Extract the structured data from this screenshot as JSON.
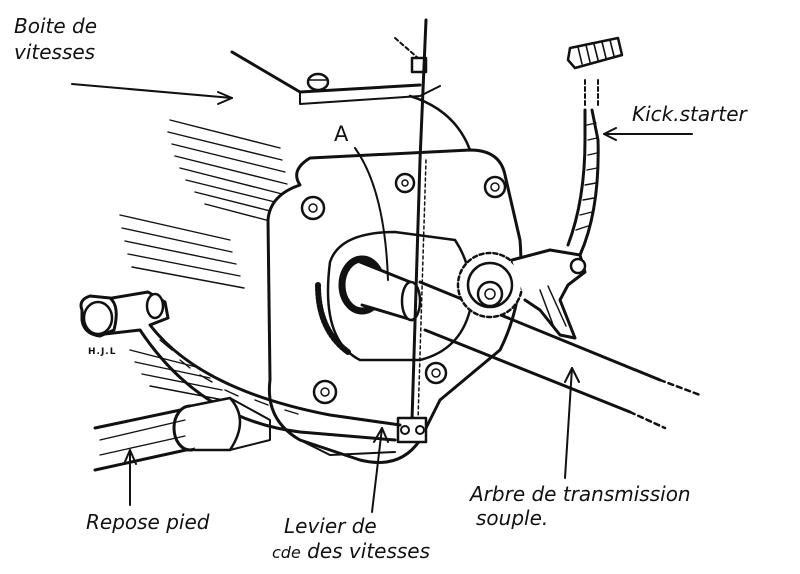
{
  "labels": {
    "gearbox_line1": "Boite de",
    "gearbox_line2": "vitesses",
    "kickstarter": "Kick.starter",
    "point_a": "A",
    "footrest": "Repose pied",
    "lever_line1": "Levier de",
    "lever_line2_abbr": "cde",
    "lever_line2_rest": " des vitesses",
    "shaft_line1": "Arbre de transmission",
    "shaft_line2": "souple.",
    "signature": "H.J.L"
  },
  "colors": {
    "ink": "#111111",
    "paper": "#ffffff"
  }
}
